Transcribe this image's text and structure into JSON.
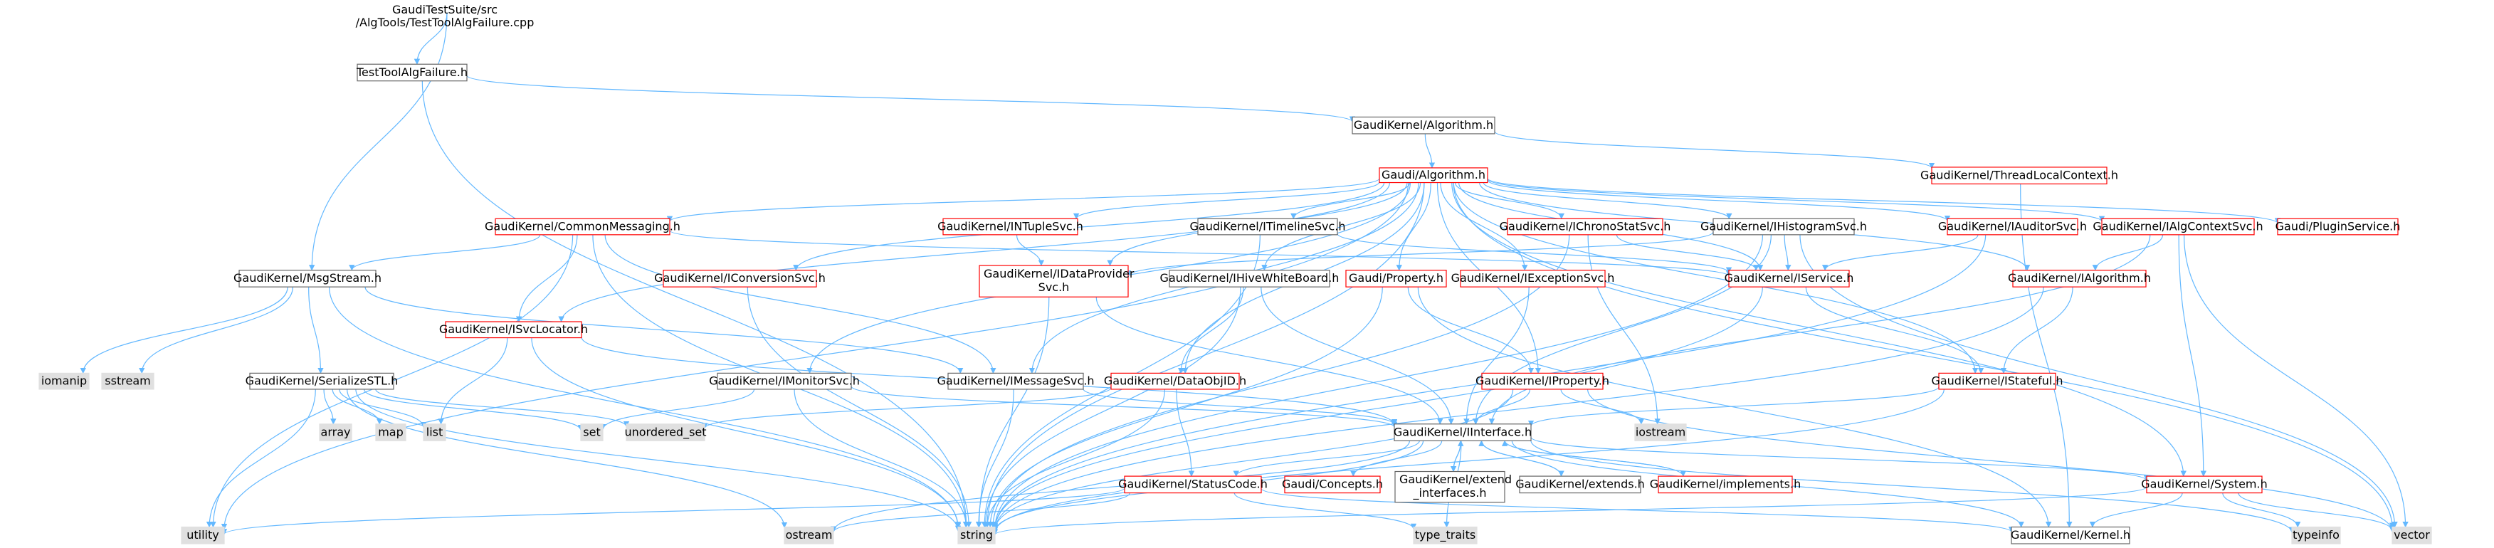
{
  "colors": {
    "edge": "#63b8ff",
    "border_normal": "#666666",
    "border_missing": "#ff0000",
    "fill_root": "#999999",
    "fill_system": "#e0e0e0",
    "fill_normal": "#ffffff",
    "text": "#000000"
  },
  "nodes": [
    {
      "id": "root",
      "label": [
        "GaudiTestSuite/src",
        "/AlgTools/TestToolAlgFailure.cpp"
      ],
      "kind": "root"
    },
    {
      "id": "tth",
      "label": [
        "TestToolAlgFailure.h"
      ],
      "kind": "normal"
    },
    {
      "id": "kalg",
      "label": [
        "GaudiKernel/Algorithm.h"
      ],
      "kind": "normal"
    },
    {
      "id": "tlc",
      "label": [
        "GaudiKernel/ThreadLocalContext.h"
      ],
      "kind": "missing"
    },
    {
      "id": "galg",
      "label": [
        "Gaudi/Algorithm.h"
      ],
      "kind": "missing"
    },
    {
      "id": "cm",
      "label": [
        "GaudiKernel/CommonMessaging.h"
      ],
      "kind": "missing"
    },
    {
      "id": "intuple",
      "label": [
        "GaudiKernel/INTupleSvc.h"
      ],
      "kind": "missing"
    },
    {
      "id": "itimeline",
      "label": [
        "GaudiKernel/ITimelineSvc.h"
      ],
      "kind": "normal"
    },
    {
      "id": "ichrono",
      "label": [
        "GaudiKernel/IChronoStatSvc.h"
      ],
      "kind": "missing"
    },
    {
      "id": "ihisto",
      "label": [
        "GaudiKernel/IHistogramSvc.h"
      ],
      "kind": "normal"
    },
    {
      "id": "iauditor",
      "label": [
        "GaudiKernel/IAuditorSvc.h"
      ],
      "kind": "missing"
    },
    {
      "id": "ialgctx",
      "label": [
        "GaudiKernel/IAlgContextSvc.h"
      ],
      "kind": "missing"
    },
    {
      "id": "plugin",
      "label": [
        "Gaudi/PluginService.h"
      ],
      "kind": "missing"
    },
    {
      "id": "msgstream",
      "label": [
        "GaudiKernel/MsgStream.h"
      ],
      "kind": "normal"
    },
    {
      "id": "iconv",
      "label": [
        "GaudiKernel/IConversionSvc.h"
      ],
      "kind": "missing"
    },
    {
      "id": "idataprov",
      "label": [
        "GaudiKernel/IDataProvider",
        "Svc.h"
      ],
      "kind": "missing"
    },
    {
      "id": "ihive",
      "label": [
        "GaudiKernel/IHiveWhiteBoard.h"
      ],
      "kind": "normal"
    },
    {
      "id": "gprop",
      "label": [
        "Gaudi/Property.h"
      ],
      "kind": "missing"
    },
    {
      "id": "iexc",
      "label": [
        "GaudiKernel/IExceptionSvc.h"
      ],
      "kind": "missing"
    },
    {
      "id": "iservice",
      "label": [
        "GaudiKernel/IService.h"
      ],
      "kind": "missing"
    },
    {
      "id": "ialgorithm",
      "label": [
        "GaudiKernel/IAlgorithm.h"
      ],
      "kind": "missing"
    },
    {
      "id": "isvcloc",
      "label": [
        "GaudiKernel/ISvcLocator.h"
      ],
      "kind": "missing"
    },
    {
      "id": "sstl",
      "label": [
        "GaudiKernel/SerializeSTL.h"
      ],
      "kind": "normal"
    },
    {
      "id": "imonitor",
      "label": [
        "GaudiKernel/IMonitorSvc.h"
      ],
      "kind": "normal"
    },
    {
      "id": "imsg",
      "label": [
        "GaudiKernel/IMessageSvc.h"
      ],
      "kind": "normal"
    },
    {
      "id": "dataobj",
      "label": [
        "GaudiKernel/DataObjID.h"
      ],
      "kind": "missing"
    },
    {
      "id": "iprop",
      "label": [
        "GaudiKernel/IProperty.h"
      ],
      "kind": "missing"
    },
    {
      "id": "istate",
      "label": [
        "GaudiKernel/IStateful.h"
      ],
      "kind": "missing"
    },
    {
      "id": "iface",
      "label": [
        "GaudiKernel/IInterface.h"
      ],
      "kind": "normal"
    },
    {
      "id": "statuscode",
      "label": [
        "GaudiKernel/StatusCode.h"
      ],
      "kind": "missing"
    },
    {
      "id": "concepts",
      "label": [
        "Gaudi/Concepts.h"
      ],
      "kind": "missing"
    },
    {
      "id": "extiface",
      "label": [
        "GaudiKernel/extend",
        "_interfaces.h"
      ],
      "kind": "normal"
    },
    {
      "id": "extends",
      "label": [
        "GaudiKernel/extends.h"
      ],
      "kind": "normal"
    },
    {
      "id": "implements",
      "label": [
        "GaudiKernel/implements.h"
      ],
      "kind": "missing"
    },
    {
      "id": "system",
      "label": [
        "GaudiKernel/System.h"
      ],
      "kind": "missing"
    },
    {
      "id": "kernel",
      "label": [
        "GaudiKernel/Kernel.h"
      ],
      "kind": "normal"
    },
    {
      "id": "iomanip",
      "label": [
        "iomanip"
      ],
      "kind": "system"
    },
    {
      "id": "sstream",
      "label": [
        "sstream"
      ],
      "kind": "system"
    },
    {
      "id": "array",
      "label": [
        "array"
      ],
      "kind": "system"
    },
    {
      "id": "map",
      "label": [
        "map"
      ],
      "kind": "system"
    },
    {
      "id": "list",
      "label": [
        "list"
      ],
      "kind": "system"
    },
    {
      "id": "set",
      "label": [
        "set"
      ],
      "kind": "system"
    },
    {
      "id": "unordered_set",
      "label": [
        "unordered_set"
      ],
      "kind": "system"
    },
    {
      "id": "iostream",
      "label": [
        "iostream"
      ],
      "kind": "system"
    },
    {
      "id": "utility",
      "label": [
        "utility"
      ],
      "kind": "system"
    },
    {
      "id": "ostream",
      "label": [
        "ostream"
      ],
      "kind": "system"
    },
    {
      "id": "string",
      "label": [
        "string"
      ],
      "kind": "system"
    },
    {
      "id": "type_traits",
      "label": [
        "type_traits"
      ],
      "kind": "system"
    },
    {
      "id": "typeinfo",
      "label": [
        "typeinfo"
      ],
      "kind": "system"
    },
    {
      "id": "vector",
      "label": [
        "vector"
      ],
      "kind": "system"
    }
  ],
  "edges": [
    [
      "root",
      "tth"
    ],
    [
      "root",
      "msgstream"
    ],
    [
      "tth",
      "kalg"
    ],
    [
      "tth",
      "string"
    ],
    [
      "kalg",
      "galg"
    ],
    [
      "kalg",
      "tlc"
    ],
    [
      "tlc",
      "kernel"
    ],
    [
      "galg",
      "cm"
    ],
    [
      "galg",
      "intuple"
    ],
    [
      "galg",
      "itimeline"
    ],
    [
      "galg",
      "ichrono"
    ],
    [
      "galg",
      "ihisto"
    ],
    [
      "galg",
      "iauditor"
    ],
    [
      "galg",
      "ialgctx"
    ],
    [
      "galg",
      "plugin"
    ],
    [
      "galg",
      "iconv"
    ],
    [
      "galg",
      "idataprov"
    ],
    [
      "galg",
      "ihive"
    ],
    [
      "galg",
      "gprop"
    ],
    [
      "galg",
      "iexc"
    ],
    [
      "galg",
      "iservice"
    ],
    [
      "galg",
      "ialgorithm"
    ],
    [
      "galg",
      "isvcloc"
    ],
    [
      "galg",
      "imonitor"
    ],
    [
      "galg",
      "imsg"
    ],
    [
      "galg",
      "dataobj"
    ],
    [
      "galg",
      "iprop"
    ],
    [
      "galg",
      "istate"
    ],
    [
      "galg",
      "system"
    ],
    [
      "galg",
      "string"
    ],
    [
      "galg",
      "vector"
    ],
    [
      "galg",
      "utility"
    ],
    [
      "cm",
      "msgstream"
    ],
    [
      "cm",
      "isvcloc"
    ],
    [
      "cm",
      "imsg"
    ],
    [
      "cm",
      "iservice"
    ],
    [
      "cm",
      "string"
    ],
    [
      "cm",
      "utility"
    ],
    [
      "intuple",
      "idataprov"
    ],
    [
      "itimeline",
      "iservice"
    ],
    [
      "itimeline",
      "string"
    ],
    [
      "ichrono",
      "iservice"
    ],
    [
      "ichrono",
      "string"
    ],
    [
      "ichrono",
      "iostream"
    ],
    [
      "ihisto",
      "iservice"
    ],
    [
      "ihisto",
      "idataprov"
    ],
    [
      "ihisto",
      "iface"
    ],
    [
      "ihisto",
      "string"
    ],
    [
      "ihisto",
      "vector"
    ],
    [
      "iauditor",
      "iservice"
    ],
    [
      "iauditor",
      "string"
    ],
    [
      "ialgctx",
      "ialgorithm"
    ],
    [
      "ialgctx",
      "iface"
    ],
    [
      "ialgctx",
      "vector"
    ],
    [
      "ialgctx",
      "system"
    ],
    [
      "msgstream",
      "iomanip"
    ],
    [
      "msgstream",
      "sstream"
    ],
    [
      "msgstream",
      "sstl"
    ],
    [
      "msgstream",
      "imsg"
    ],
    [
      "msgstream",
      "string"
    ],
    [
      "iconv",
      "string"
    ],
    [
      "idataprov",
      "iface"
    ],
    [
      "idataprov",
      "string"
    ],
    [
      "ihive",
      "dataobj"
    ],
    [
      "ihive",
      "iface"
    ],
    [
      "ihive",
      "string"
    ],
    [
      "gprop",
      "iprop"
    ],
    [
      "gprop",
      "kernel"
    ],
    [
      "gprop",
      "string"
    ],
    [
      "iexc",
      "iface"
    ],
    [
      "iservice",
      "istate"
    ],
    [
      "iservice",
      "string"
    ],
    [
      "ialgorithm",
      "istate"
    ],
    [
      "ialgorithm",
      "string"
    ],
    [
      "isvcloc",
      "iface"
    ],
    [
      "isvcloc",
      "list"
    ],
    [
      "isvcloc",
      "string"
    ],
    [
      "sstl",
      "array"
    ],
    [
      "sstl",
      "map"
    ],
    [
      "sstl",
      "list"
    ],
    [
      "sstl",
      "set"
    ],
    [
      "sstl",
      "unordered_set"
    ],
    [
      "sstl",
      "utility"
    ],
    [
      "sstl",
      "ostream"
    ],
    [
      "sstl",
      "string"
    ],
    [
      "imonitor",
      "iface"
    ],
    [
      "imonitor",
      "set"
    ],
    [
      "imonitor",
      "string"
    ],
    [
      "imsg",
      "iface"
    ],
    [
      "imsg",
      "string"
    ],
    [
      "dataobj",
      "statuscode"
    ],
    [
      "dataobj",
      "unordered_set"
    ],
    [
      "dataobj",
      "string"
    ],
    [
      "iprop",
      "iface"
    ],
    [
      "iprop",
      "iostream"
    ],
    [
      "iprop",
      "string"
    ],
    [
      "iprop",
      "vector"
    ],
    [
      "istate",
      "iface"
    ],
    [
      "istate",
      "string"
    ],
    [
      "iface",
      "statuscode"
    ],
    [
      "iface",
      "concepts"
    ],
    [
      "iface",
      "extiface"
    ],
    [
      "iface",
      "extends"
    ],
    [
      "iface",
      "implements"
    ],
    [
      "iface",
      "system"
    ],
    [
      "iface",
      "kernel"
    ],
    [
      "iface",
      "ostream"
    ],
    [
      "iface",
      "type_traits"
    ],
    [
      "iface",
      "typeinfo"
    ],
    [
      "iface",
      "string"
    ],
    [
      "extiface",
      "iface"
    ],
    [
      "extends",
      "iface"
    ],
    [
      "implements",
      "iface"
    ],
    [
      "statuscode",
      "ostream"
    ],
    [
      "statuscode",
      "type_traits"
    ],
    [
      "statuscode",
      "utility"
    ],
    [
      "statuscode",
      "kernel"
    ],
    [
      "system",
      "kernel"
    ],
    [
      "system",
      "typeinfo"
    ],
    [
      "system",
      "string"
    ],
    [
      "system",
      "vector"
    ]
  ]
}
